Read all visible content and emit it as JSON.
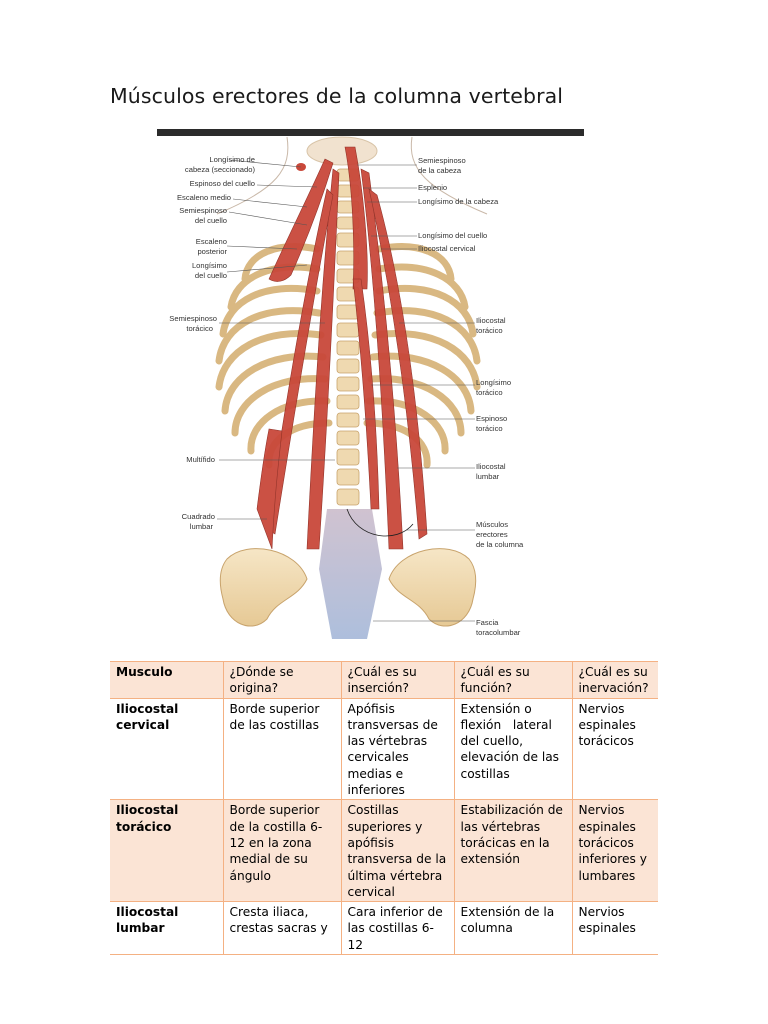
{
  "document": {
    "title": "Músculos erectores de la columna vertebral"
  },
  "figure": {
    "labels_left": [
      "Longísimo de",
      "cabeza (seccionado)",
      "Espinoso del cuello",
      "Escaleno medio",
      "Semiespinoso",
      "del cuello",
      "Escaleno",
      "posterior",
      "Longísimo",
      "del cuello",
      "Semiespinoso",
      "torácico",
      "Multífido",
      "Cuadrado",
      "lumbar"
    ],
    "labels_right": [
      "Semiespinoso",
      "de la cabeza",
      "Esplenio",
      "Longísimo de la cabeza",
      "Longísimo del cuello",
      "Iliocostal cervical",
      "Iliocostal",
      "torácico",
      "Longísimo",
      "torácico",
      "Espinoso",
      "torácico",
      "Iliocostal",
      "lumbar",
      "Músculos",
      "erectores",
      "de la columna",
      "Fascia",
      "toracolumbar"
    ]
  },
  "table": {
    "headers": [
      "Musculo",
      "¿Dónde se origina?",
      "¿Cuál es su inserción?",
      "¿Cuál es su función?",
      "¿Cuál es su inervación?"
    ],
    "rows": [
      {
        "muscle": "Iliocostal cervical",
        "origin": "Borde superior de las costillas",
        "insertion": "Apófisis transversas de las vértebras cervicales medias e inferiores",
        "function": "Extensión o flexión   lateral del cuello, elevación de las costillas",
        "innervation": "Nervios espinales torácicos"
      },
      {
        "muscle": "Iliocostal torácico",
        "origin": "Borde superior de la costilla 6-12 en la zona medial de su ángulo",
        "insertion": "Costillas superiores y apófisis transversa de la última vértebra cervical",
        "function": "Estabilización de las vértebras torácicas en la extensión",
        "innervation": "Nervios espinales torácicos inferiores y lumbares"
      },
      {
        "muscle": "Iliocostal lumbar",
        "origin": "Cresta iliaca, crestas sacras y",
        "insertion": "Cara inferior de las costillas 6-12",
        "function": "Extensión de la columna",
        "innervation": "Nervios espinales"
      }
    ]
  },
  "colors": {
    "table_shade": "#fbe4d5",
    "table_border": "#f4b183",
    "muscle_red": "#c9483a",
    "bone": "#efd9b0"
  }
}
